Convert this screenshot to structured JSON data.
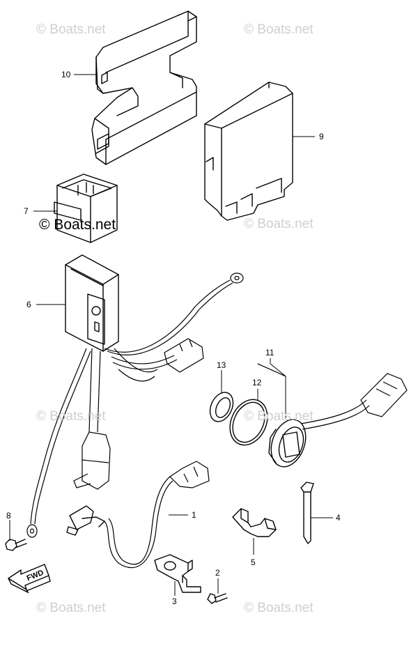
{
  "watermark": "© Boats.net",
  "watermark_featured": "© Boats.net",
  "fwd_label": "FWD",
  "callouts": {
    "p1": "1",
    "p2": "2",
    "p3": "3",
    "p4": "4",
    "p5": "5",
    "p6": "6",
    "p7": "7",
    "p8": "8",
    "p9": "9",
    "p10": "10",
    "p11": "11",
    "p12": "12",
    "p13": "13"
  }
}
